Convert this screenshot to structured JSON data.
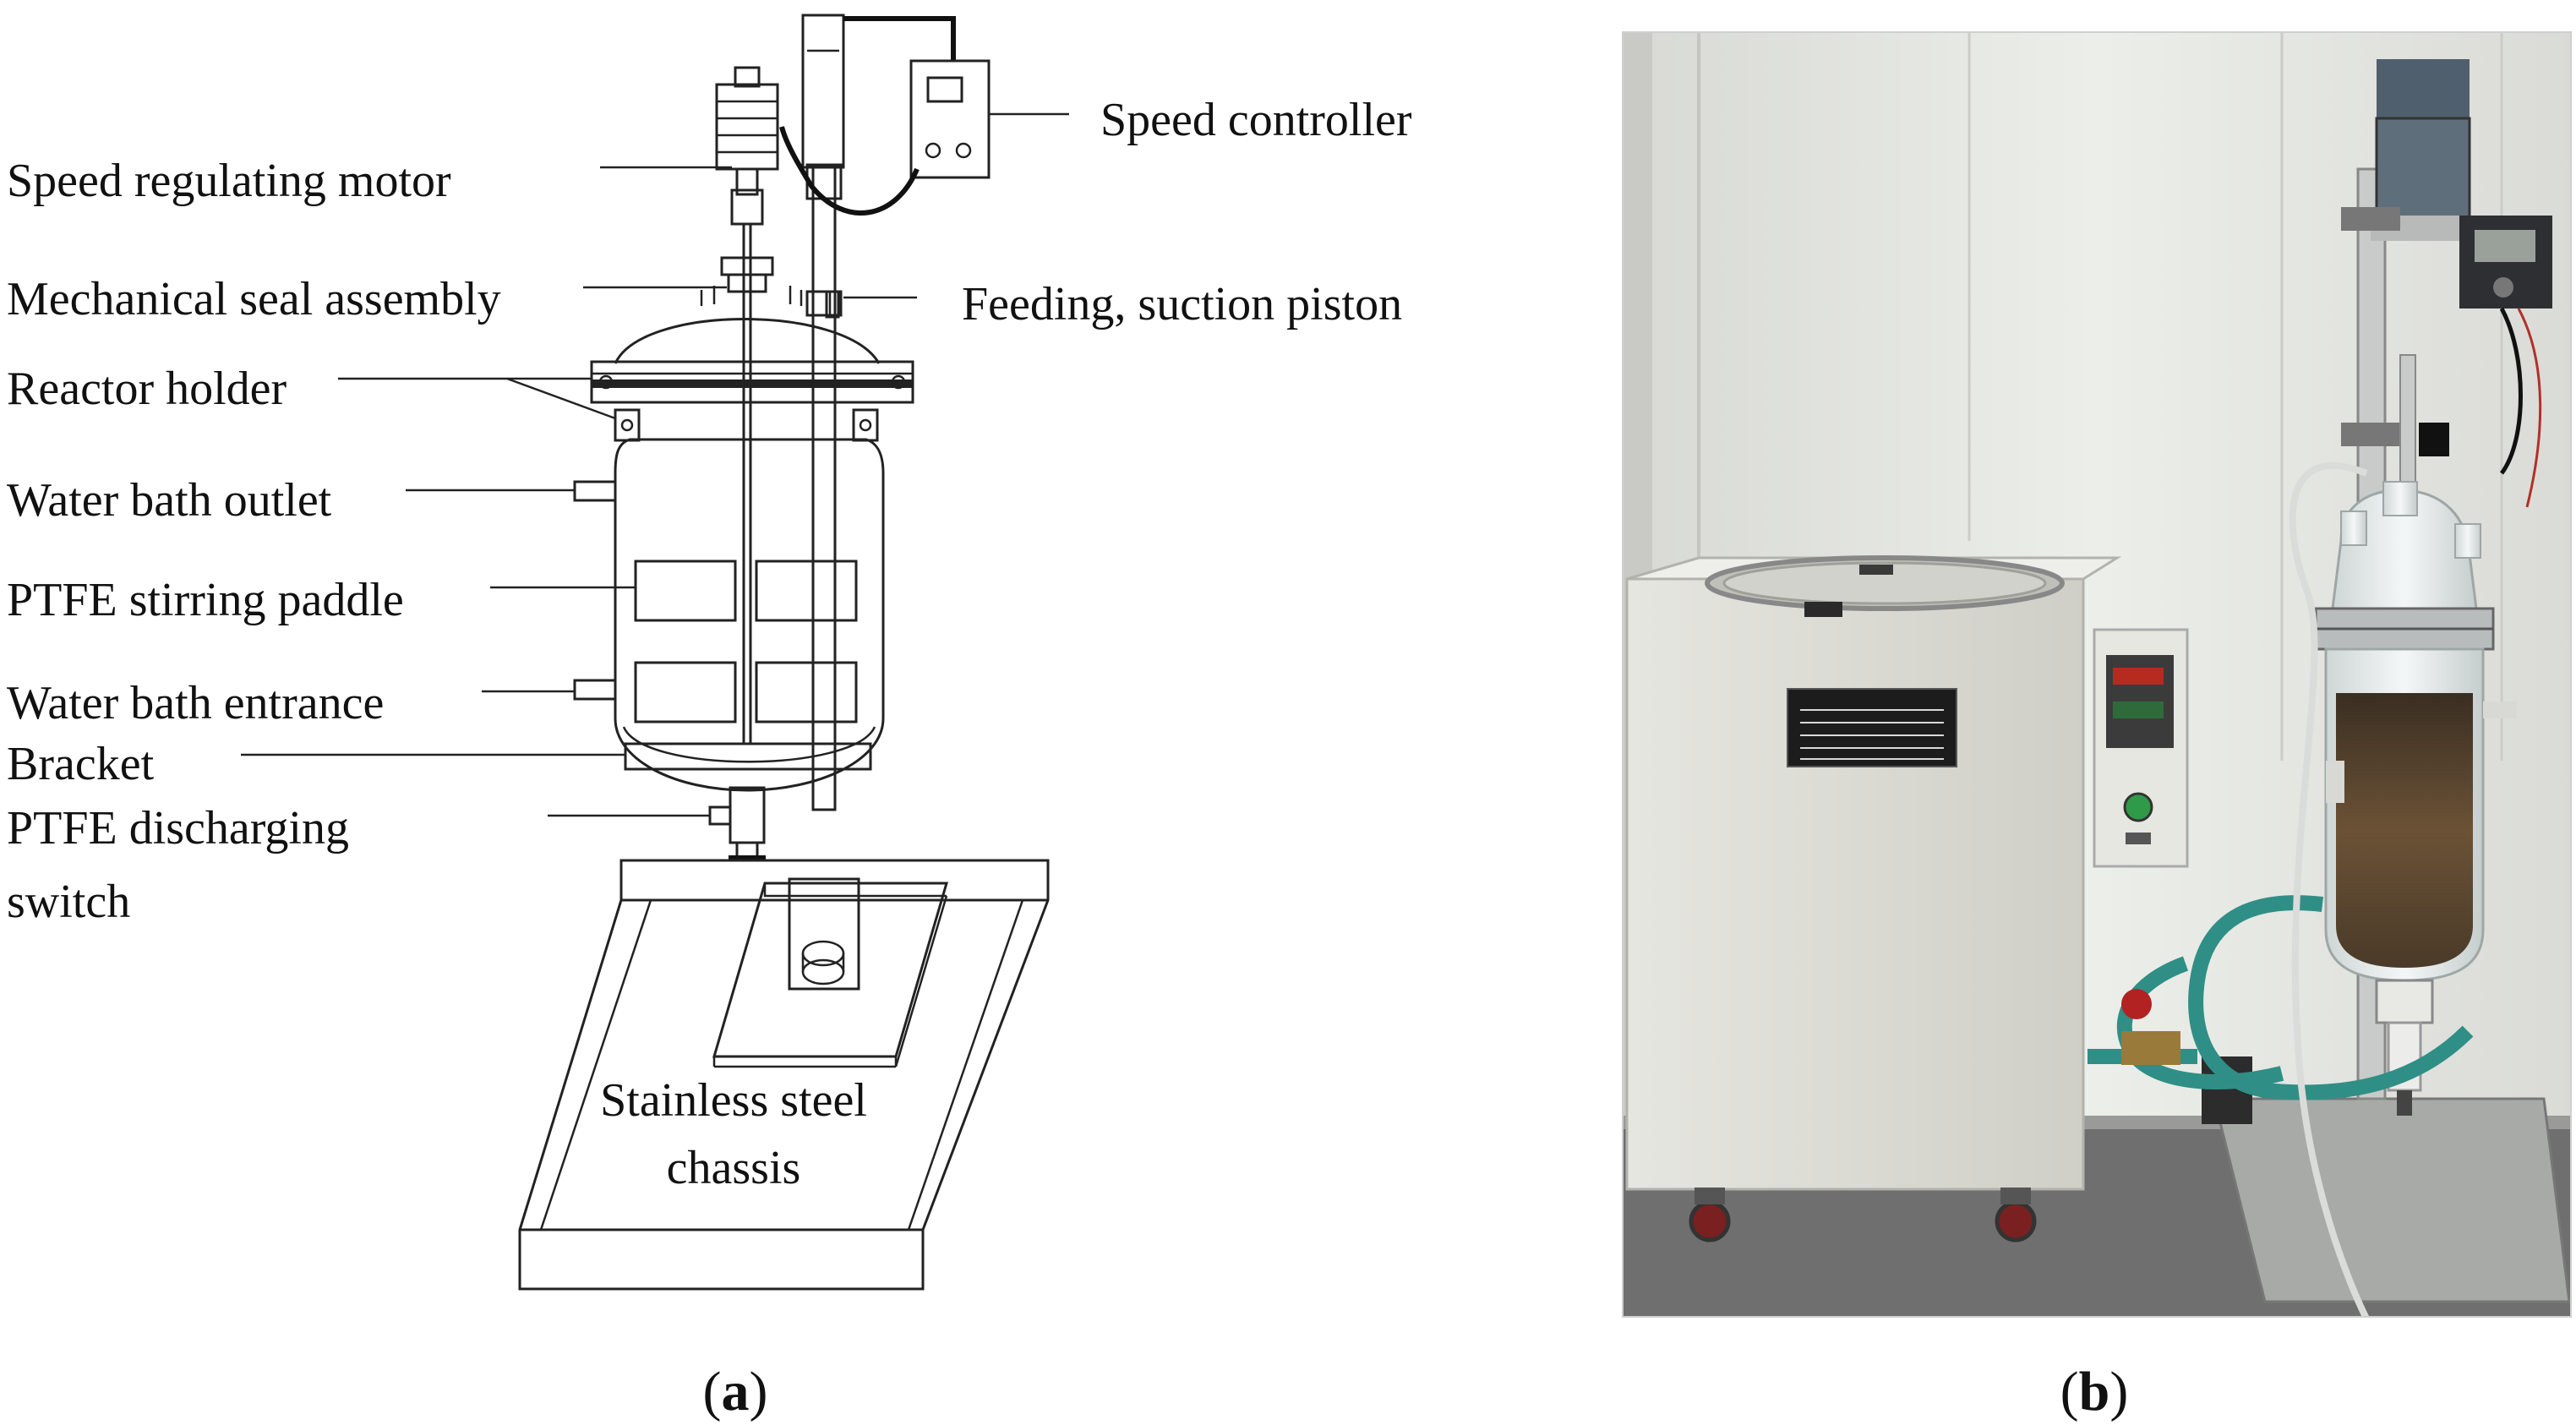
{
  "figure": {
    "panel_a": {
      "caption_open": "(",
      "caption_letter": "a",
      "caption_close": ")",
      "labels": {
        "speed_regulating_motor": "Speed regulating motor",
        "mechanical_seal_assembly": "Mechanical seal assembly",
        "reactor_holder": "Reactor holder",
        "water_bath_outlet": "Water bath outlet",
        "ptfe_stirring_paddle": "PTFE stirring paddle",
        "water_bath_entrance": "Water bath entrance",
        "bracket": "Bracket",
        "ptfe_discharging_switch_line1": "PTFE discharging",
        "ptfe_discharging_switch_line2": "switch",
        "speed_controller": "Speed controller",
        "feeding_suction_piston": "Feeding, suction piston",
        "stainless_steel_chassis_line1": "Stainless steel",
        "stainless_steel_chassis_line2": "chassis"
      }
    },
    "panel_b": {
      "caption_open": "(",
      "caption_letter": "b",
      "caption_close": ")"
    }
  },
  "colors": {
    "background": "#ffffff",
    "line": "#222222",
    "wall": "#e4e4e0",
    "bath_cabinet": "#dcdcd6",
    "hose": "#2f8f86",
    "glass_contents": "#5a4530",
    "nameplate": "#1c1c1c"
  },
  "icons": {
    "photo": "reactor-photo-icon"
  }
}
